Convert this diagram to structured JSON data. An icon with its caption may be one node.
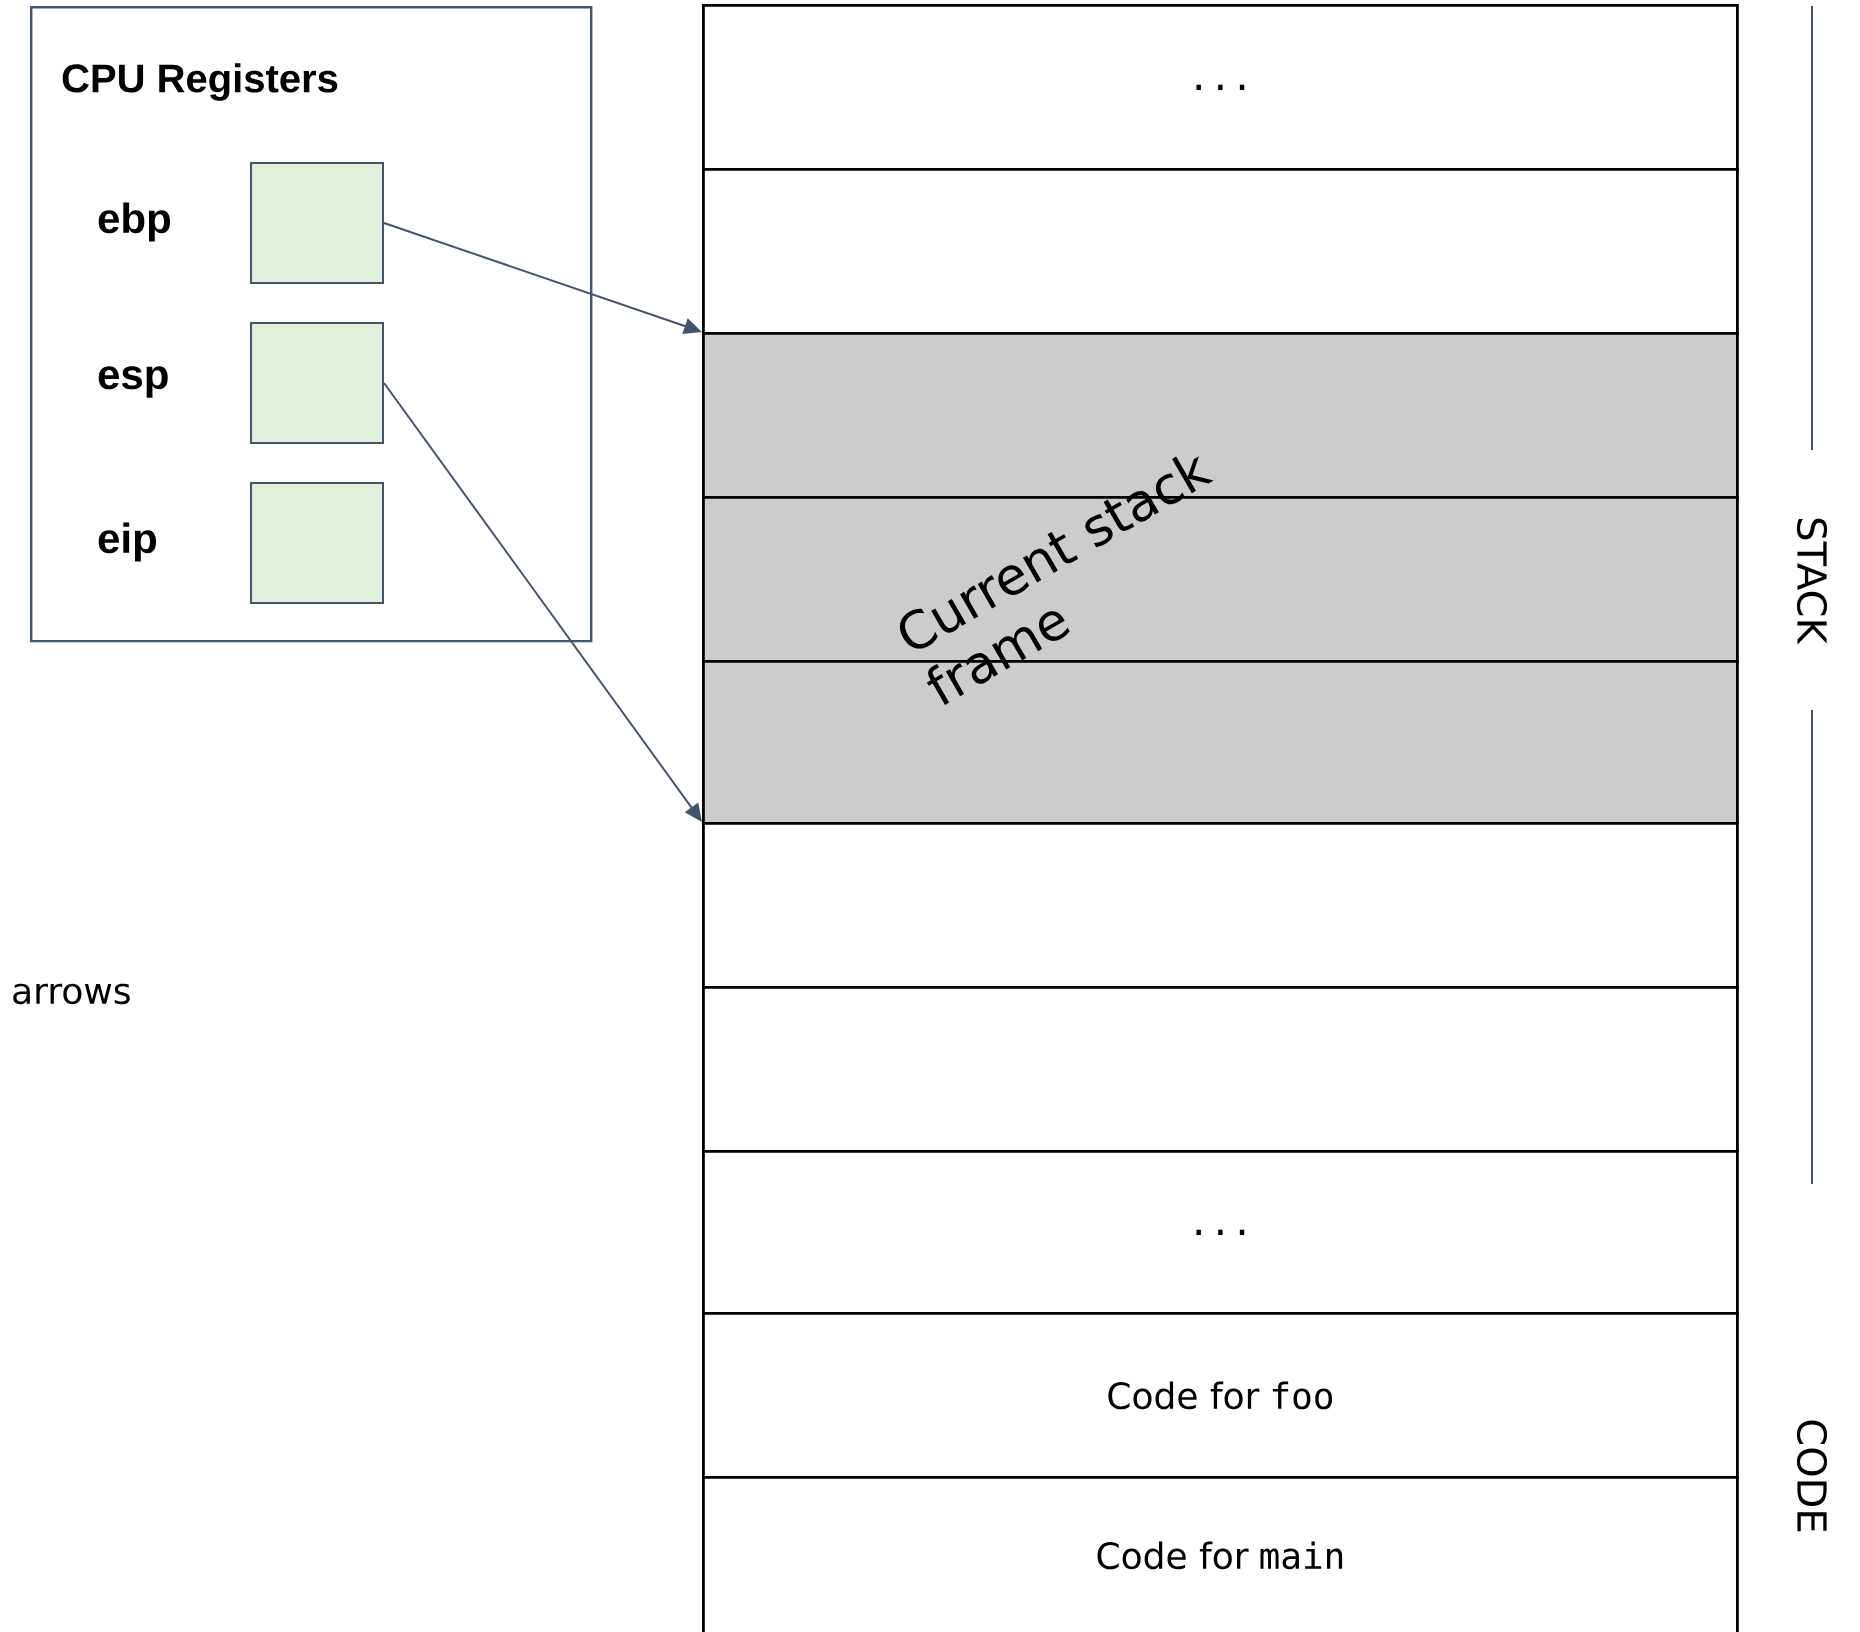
{
  "diagram": {
    "nodes": [
      {
        "text": [
          "CPU Registers"
        ]
      },
      {
        "text": [],
        "shape": "box",
        "beside": [
          "ebp"
        ],
        "in": 0
      },
      {
        "text": [],
        "shape": "box",
        "beside": [
          "esp"
        ],
        "in": 0
      },
      {
        "text": [],
        "shape": "box",
        "beside": [
          "eip"
        ],
        "in": 0
      },
      {
        "text": [
          "..."
        ]
      },
      {
        "text": [],
        "shape": "box"
      },
      {
        "text": [],
        "shape": "box"
      },
      {
        "text": [],
        "shape": "box"
      },
      {
        "text": [],
        "shape": "box"
      },
      {
        "text": [],
        "shape": "box"
      },
      {
        "text": [],
        "shape": "box"
      },
      {
        "text": [
          "..."
        ]
      },
      {
        "text": [
          "Code for",
          "foo"
        ]
      },
      {
        "text": [
          "Code for",
          "main"
        ]
      }
    ],
    "edges": [
      {
        "from": 1,
        "to": 6,
        "arrow": "to"
      },
      {
        "from": 2,
        "to": 9,
        "arrow": "to"
      }
    ],
    "labels": [
      "Current stack frame",
      "arrows",
      "STACK",
      "CODE"
    ]
  }
}
